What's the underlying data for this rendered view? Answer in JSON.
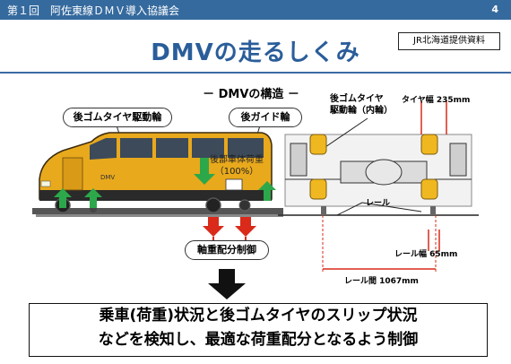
{
  "header": {
    "title": "第１回　阿佐東線ＤＭＶ導入協議会",
    "page_number": "4",
    "background": "#356a9e"
  },
  "credit": "JR北海道提供資料",
  "slide_title": "DMVの走るしくみ",
  "structure_label": "－ DMVの構造 －",
  "bus": {
    "rear_drive_label": "後ゴムタイヤ駆動輪",
    "rear_guide_label": "後ガイド輪",
    "load_line1": "後部車体荷重",
    "load_line2": "（100%）",
    "axle_control_label": "軸重配分制御"
  },
  "diagram": {
    "inner_drive_line1": "後ゴムタイヤ",
    "inner_drive_line2": "駆動輪（内輪）",
    "tire_width": "タイヤ幅 235mm",
    "rail_label": "レール",
    "rail_width": "レール幅 65mm",
    "rail_spacing": "レール間 1067mm"
  },
  "conclusion": {
    "line1": "乗車(荷重)状況と後ゴムタイヤのスリップ状況",
    "line2": "などを検知し、最適な荷重配分となるよう制御"
  },
  "colors": {
    "accent": "#2a5d9a",
    "bus_body": "#e8a91c",
    "arrow_green": "#2ca84a",
    "arrow_red": "#d92a1a"
  }
}
